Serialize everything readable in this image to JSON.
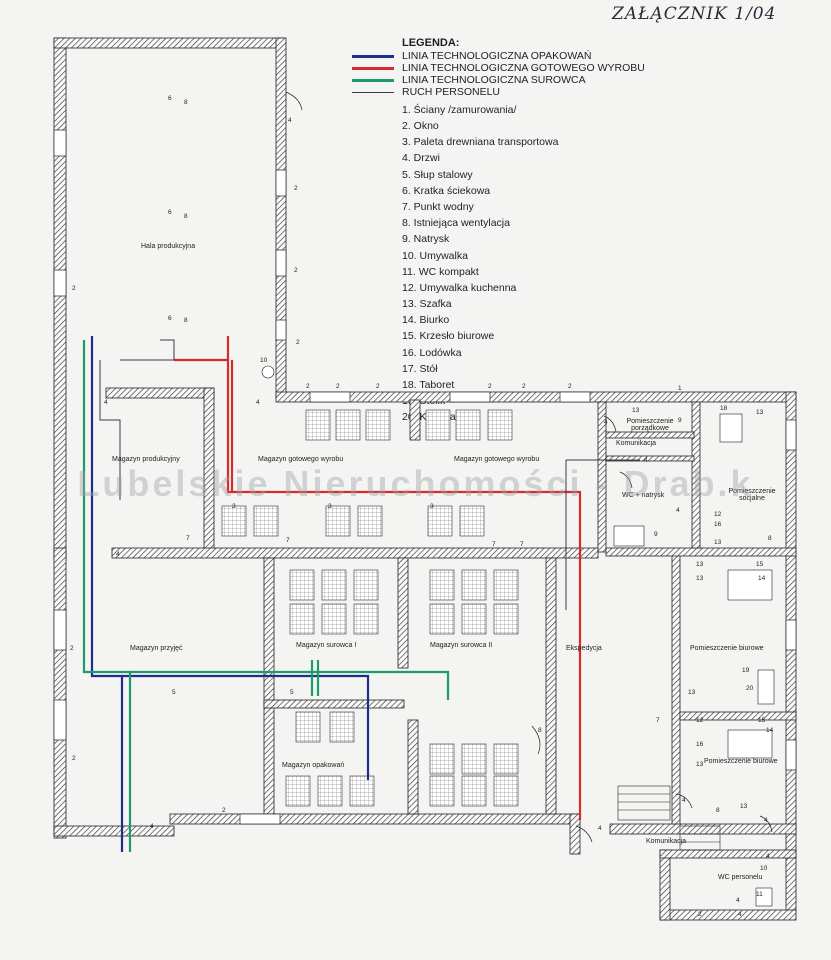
{
  "annotation": "ZAŁĄCZNIK 1/04",
  "legend": {
    "title": "LEGENDA:",
    "lines": [
      {
        "label": "LINIA TECHNOLOGICZNA OPAKOWAŃ",
        "color": "#1f2e8c"
      },
      {
        "label": "LINIA TECHNOLOGICZNA GOTOWEGO WYROBU",
        "color": "#d42c2c"
      },
      {
        "label": "LINIA TECHNOLOGICZNA SUROWCA",
        "color": "#1f9a6a"
      },
      {
        "label": "RUCH PERSONELU",
        "color": "#3a3a48"
      }
    ],
    "items": [
      "1. Ściany /zamurowania/",
      "2. Okno",
      "3. Paleta drewniana transportowa",
      "4. Drzwi",
      "5. Słup stalowy",
      "6. Kratka ściekowa",
      "7. Punkt wodny",
      "8. Istniejąca wentylacja",
      "9. Natrysk",
      "10. Umywalka",
      "11. WC kompakt",
      "12. Umywalka kuchenna",
      "13. Szafka",
      "14. Biurko",
      "15. Krzesło biurowe",
      "16. Lodówka",
      "17. Stół",
      "18. Taboret",
      "19. Stolik",
      "20. Kanapa"
    ]
  },
  "rooms": {
    "hala": "Hala produkcyjna",
    "mag_prod": "Magazyn produkcyjny",
    "mag_got1": "Magazyn gotowego wyrobu",
    "mag_got2": "Magazyn gotowego wyrobu",
    "porzadkowe": "Pomieszczenie porządkowe",
    "komunikacja1": "Komunikacja",
    "wc_natrysk": "WC + natrysk",
    "socjalne": "Pomieszczenie socjalne",
    "mag_przyjec": "Magazyn przyjęć",
    "mag_sur1": "Magazyn surowca I",
    "mag_sur2": "Magazyn surowca II",
    "ekspedycja": "Ekspedycja",
    "biurowe1": "Pomieszczenie biurowe",
    "biurowe2": "Pomieszczenie biurowe",
    "mag_opak": "Magazyn opakowań",
    "komunikacja2": "Komunikacja",
    "wc_personelu": "WC personelu"
  },
  "watermark": "Lubelskie Nieruchomości - Drab.k"
}
